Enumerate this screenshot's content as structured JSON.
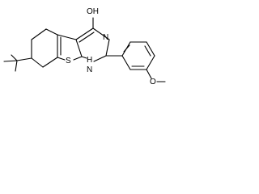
{
  "molecule": {
    "labels": {
      "hydroxyl": "OH",
      "sulfur": "S",
      "amine_h": "H",
      "amine_n": "N",
      "ring_n": "N",
      "methoxy_o": "O"
    }
  }
}
